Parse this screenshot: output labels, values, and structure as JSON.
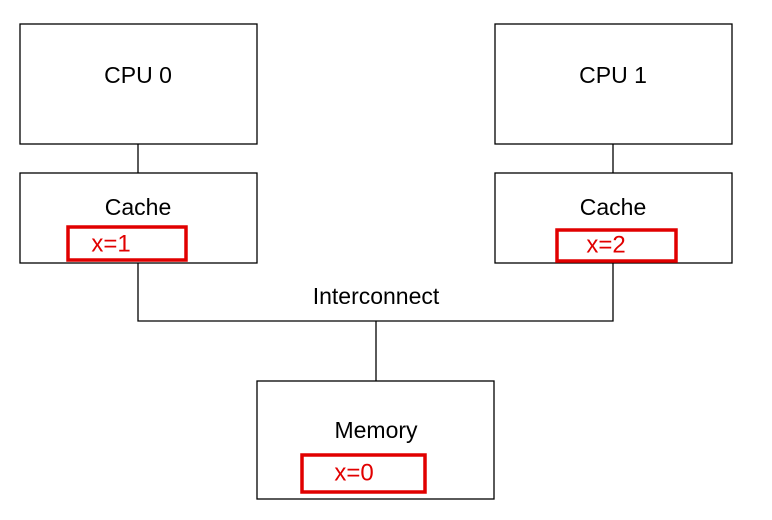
{
  "cpus": [
    {
      "label": "CPU 0"
    },
    {
      "label": "CPU 1"
    }
  ],
  "caches": [
    {
      "label": "Cache",
      "value": "x=1"
    },
    {
      "label": "Cache",
      "value": "x=2"
    }
  ],
  "interconnect": {
    "label": "Interconnect"
  },
  "memory": {
    "label": "Memory",
    "value": "x=0"
  },
  "colors": {
    "line": "#000000",
    "highlight": "#e10000",
    "background": "#ffffff"
  }
}
